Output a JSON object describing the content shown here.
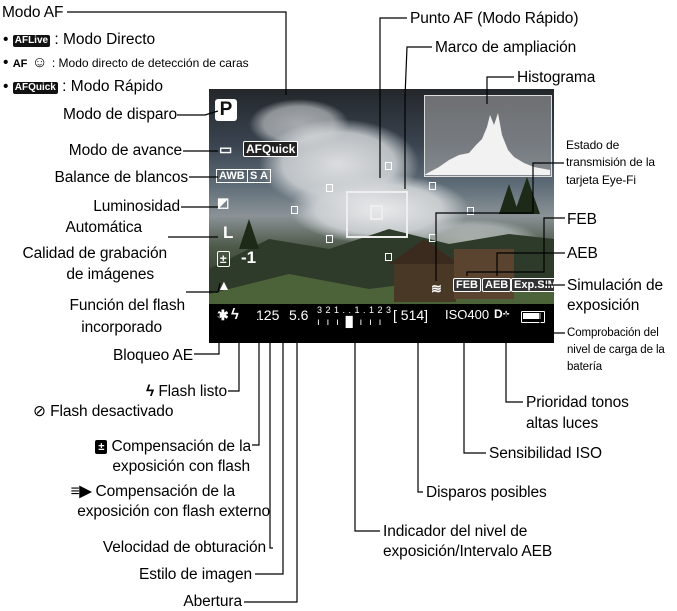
{
  "left_labels": {
    "modo_af": "Modo AF",
    "af_modes": [
      {
        "glyph": "AFLive",
        "text": ": Modo Directo"
      },
      {
        "glyph": "AF",
        "text": ": Modo directo de detección de caras"
      },
      {
        "glyph": "AFQuick",
        "text": ": Modo Rápido"
      }
    ],
    "modo_disparo": "Modo de disparo",
    "modo_avance": "Modo de avance",
    "balance": "Balance de blancos",
    "luminosidad_1": "Luminosidad",
    "luminosidad_2": "Automática",
    "calidad_1": "Calidad de grabación",
    "calidad_2": "de imágenes",
    "flash_func_1": "Función del flash",
    "flash_func_2": "incorporado",
    "bloqueo_ae": "Bloqueo AE",
    "flash_listo": "Flash listo",
    "flash_desact": "Flash desactivado",
    "comp_flash_1": "Compensación de la",
    "comp_flash_2": "exposición con flash",
    "comp_ext_1": "Compensación de la",
    "comp_ext_2": "exposición con flash externo",
    "velocidad": "Velocidad de obturación",
    "estilo": "Estilo de imagen",
    "abertura": "Abertura"
  },
  "right_labels": {
    "punto_af": "Punto AF (Modo Rápido)",
    "marco": "Marco de ampliación",
    "histograma": "Histograma",
    "eyefi_1": "Estado de",
    "eyefi_2": "transmisión de la",
    "eyefi_3": "tarjeta Eye-Fi",
    "feb": "FEB",
    "aeb": "AEB",
    "sim_1": "Simulación de",
    "sim_2": "exposición",
    "bat_1": "Comprobación del",
    "bat_2": "nivel de carga de la",
    "bat_3": "batería",
    "prioridad_1": "Prioridad tonos",
    "prioridad_2": "altas luces",
    "iso": "Sensibilidad ISO",
    "disparos": "Disparos posibles",
    "indicador_1": "Indicador del nivel de",
    "indicador_2": "exposición/Intervalo AEB"
  },
  "screen": {
    "mode": "P",
    "af_quick": "AFQuick",
    "awb": "AWB",
    "quality": "L",
    "fec": "-1",
    "shutter": "125",
    "aperture": "5.6",
    "scale": "3 2 1 . . 1 . 1 2 3",
    "shots": "[ 514]",
    "iso": "ISO400",
    "d_plus": "D+",
    "feb": "FEB",
    "aeb": "AEB",
    "expsim": "Exp.SIM",
    "ae_lock": "✱",
    "flash_bolt": "ϟ"
  },
  "colors": {
    "line": "#000000",
    "screen_frame": "#e8e8e8"
  }
}
